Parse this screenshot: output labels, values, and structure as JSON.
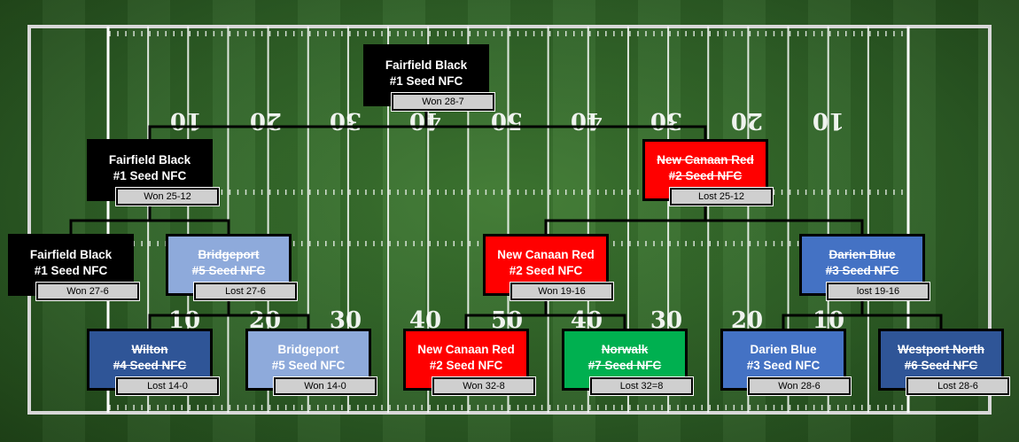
{
  "colors": {
    "black": "#000000",
    "red": "#ff0000",
    "light_blue": "#8eaadb",
    "mid_blue": "#4472c4",
    "dark_blue": "#2f5597",
    "green": "#00b050",
    "result_box": "#cfcfcf",
    "field_green": "#2f6127",
    "field_lines": "#ffffff"
  },
  "field": {
    "top_numbers": [
      "10",
      "20",
      "30",
      "40",
      "50",
      "40",
      "30",
      "20",
      "10"
    ],
    "bottom_numbers": [
      "10",
      "20",
      "30",
      "40",
      "50",
      "40",
      "30",
      "20",
      "10"
    ]
  },
  "bracket": {
    "champion": {
      "name": "Fairfield Black",
      "seed": "#1 Seed NFC",
      "result": "Won 28-7"
    },
    "semifinals": [
      {
        "name": "Fairfield Black",
        "seed": "#1 Seed NFC",
        "result": "Won 25-12"
      },
      {
        "name": "New Canaan Red",
        "seed": "#2 Seed NFC",
        "result": "Lost 25-12"
      }
    ],
    "quarterfinals": [
      {
        "name": "Fairfield Black",
        "seed": "#1 Seed NFC",
        "result": "Won 27-6"
      },
      {
        "name": "Bridgeport",
        "seed": "#5 Seed NFC",
        "result": "Lost 27-6"
      },
      {
        "name": "New Canaan Red",
        "seed": "#2 Seed NFC",
        "result": "Won 19-16"
      },
      {
        "name": "Darien Blue",
        "seed": "#3 Seed NFC",
        "result": "lost 19-16"
      }
    ],
    "first_round": [
      {
        "name": "Wilton",
        "seed": "#4 Seed NFC",
        "result": "Lost 14-0"
      },
      {
        "name": "Bridgeport",
        "seed": "#5 Seed NFC",
        "result": "Won 14-0"
      },
      {
        "name": "New Canaan Red",
        "seed": "#2 Seed NFC",
        "result": "Won 32-8"
      },
      {
        "name": "Norwalk",
        "seed": "#7 Seed NFC",
        "result": "Lost 32=8"
      },
      {
        "name": "Darien Blue",
        "seed": "#3 Seed NFC",
        "result": "Won 28-6"
      },
      {
        "name": "Westport North",
        "seed": "#6 Seed NFC",
        "result": "Lost 28-6"
      }
    ]
  }
}
